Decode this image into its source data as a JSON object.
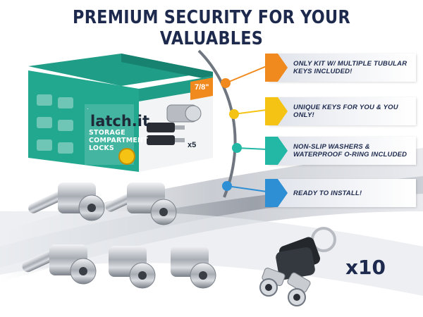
{
  "headline": "PREMIUM SECURITY FOR YOUR VALUABLES",
  "product_box": {
    "brand": "latch.it",
    "title": "STORAGE COMPARTMENT LOCKS",
    "size": "7/8\"",
    "quantity": "x5"
  },
  "features": [
    {
      "text": "ONLY KIT W/ MULTIPLE TUBULAR KEYS INCLUDED!",
      "color": "#f08a1e"
    },
    {
      "text": "UNIQUE KEYS FOR YOU & YOU ONLY!",
      "color": "#f5c314"
    },
    {
      "text": "NON-SLIP WASHERS & WATERPROOF O-RING INCLUDED",
      "color": "#23b8a6"
    },
    {
      "text": "READY TO INSTALL!",
      "color": "#2e8fd4"
    }
  ],
  "keys_multiplier": "x10",
  "colors": {
    "headline": "#1d2a4d",
    "box_green": "#1f9d86",
    "swoosh": "#9aa0a8"
  }
}
